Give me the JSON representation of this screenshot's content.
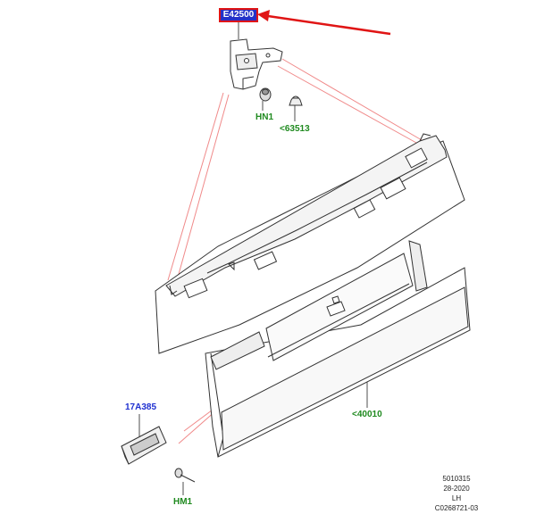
{
  "callouts": {
    "top_part": "E42500",
    "hinge_nut": "HN1",
    "hinge_bolt": "<63513",
    "tailgate": "<40010",
    "handle": "17A385",
    "handle_bolt": "HM1"
  },
  "document_info": {
    "line1": "5010315",
    "line2": "28-2020",
    "line3": "LH",
    "line4": "C0268721-03"
  },
  "colors": {
    "highlight_fill": "#2431c8",
    "highlight_border": "#e01515",
    "pointer_arrow": "#e01515",
    "label_blue": "#1e2fd0",
    "label_green": "#1f8a1f",
    "leader_lines": "#f08a8a"
  },
  "icons": {
    "pointer": "arrow-left-icon"
  }
}
